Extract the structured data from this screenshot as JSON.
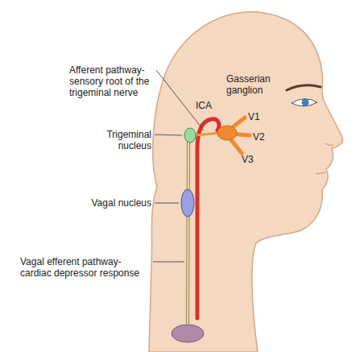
{
  "diagram": {
    "labels": [
      "Afferent pathway- sensory root of the trigeminal nerve",
      "Gasserian ganglion",
      "ICA",
      "V1",
      "V2",
      "V3",
      "Trigeminal nucleus",
      "Vagal nucleus",
      "Vagal efferent pathway- cardiac depressor response"
    ]
  }
}
